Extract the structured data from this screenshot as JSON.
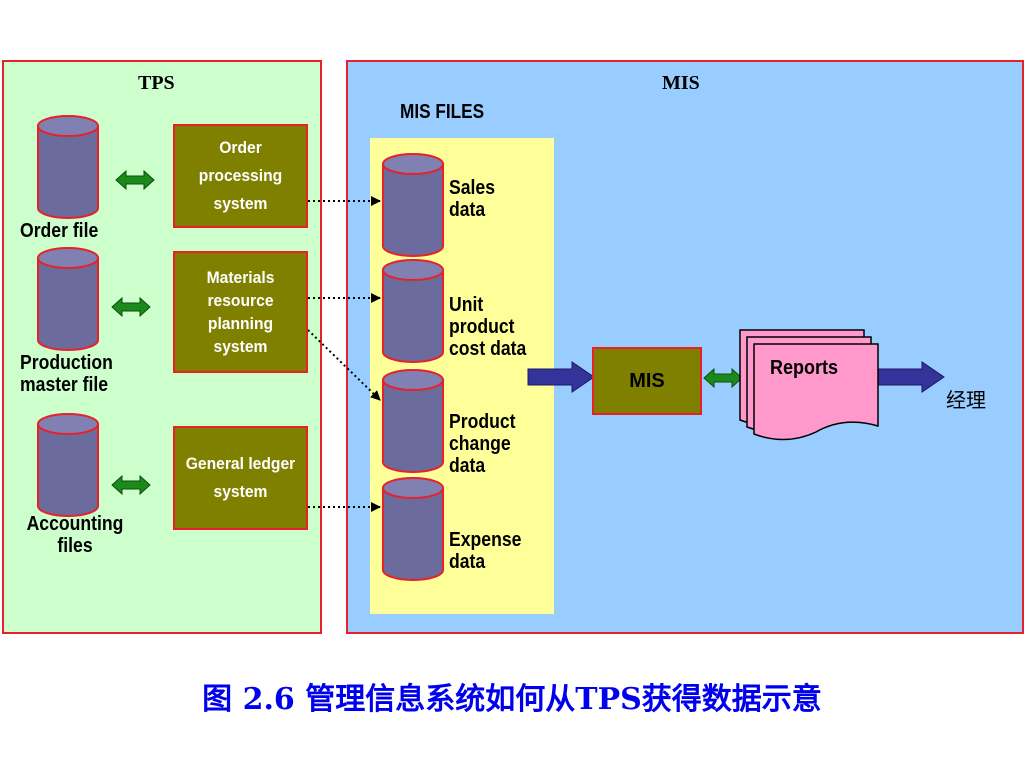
{
  "tps": {
    "title": "TPS",
    "files": [
      {
        "label": "Order file"
      },
      {
        "label": "Production master file"
      },
      {
        "label": "Accounting files"
      }
    ],
    "systems": [
      {
        "label": "Order processing system"
      },
      {
        "label": "Materials resource planning system"
      },
      {
        "label": "General ledger system"
      }
    ]
  },
  "mis": {
    "title": "MIS",
    "files_title": "MIS FILES",
    "files": [
      {
        "label": "Sales data"
      },
      {
        "label": "Unit product cost data"
      },
      {
        "label": "Product change data"
      },
      {
        "label": "Expense data"
      }
    ],
    "system_label": "MIS",
    "reports_label": "Reports",
    "recipient": "经理"
  },
  "caption": "图 2.6 管理信息系统如何从TPS获得数据示意",
  "colors": {
    "tps_panel": "#ccffcc",
    "mis_panel": "#99ccff",
    "panel_border": "#e8202a",
    "mis_files_bg": "#ffff99",
    "system_box": "#808000",
    "cylinder": "#6b6b9e",
    "reports": "#ff99cc",
    "flow_arrow": "#333399",
    "link_arrow": "#1a8a1a",
    "caption": "#0000ee"
  }
}
